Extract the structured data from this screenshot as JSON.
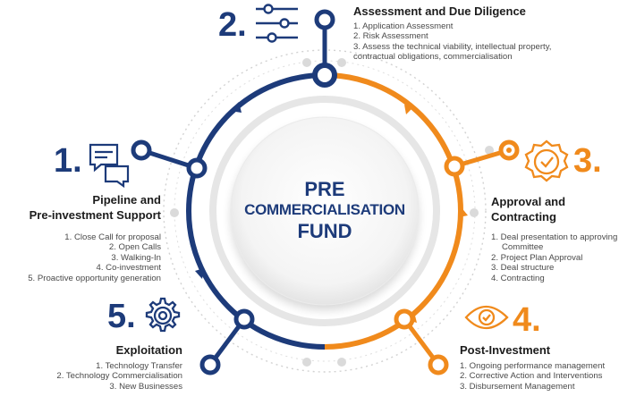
{
  "center": {
    "line1": "PRE",
    "line2": "COMMERCIALISATION",
    "line3": "FUND"
  },
  "colors": {
    "navy": "#1d3b7a",
    "orange": "#f08a1c",
    "gray": "#d6d6d6"
  },
  "steps": [
    {
      "number": "1.",
      "icon": "chat-bubbles-icon",
      "title_line1": "Pipeline and",
      "title_line2": "Pre-investment Support",
      "items": [
        "1. Close Call for proposal",
        "2. Open Calls",
        "3. Walking-In",
        "4. Co-investment",
        "5. Proactive opportunity generation"
      ]
    },
    {
      "number": "2.",
      "icon": "sliders-icon",
      "title": "Assessment and Due Diligence",
      "items": [
        "1. Application Assessment",
        "2. Risk Assessment",
        "3. Assess the technical viability, intellectual property,",
        "contractual obligations, commercialisation"
      ]
    },
    {
      "number": "3.",
      "icon": "check-badge-icon",
      "title_line1": "Approval and",
      "title_line2": "Contracting",
      "items": [
        "1. Deal presentation to approving",
        "Committee",
        "2. Project Plan Approval",
        "3. Deal structure",
        "4. Contracting"
      ]
    },
    {
      "number": "4.",
      "icon": "eye-check-icon",
      "title": "Post-Investment",
      "items": [
        "1. Ongoing performance management",
        "2. Corrective Action and Interventions",
        "3. Disbursement Management"
      ]
    },
    {
      "number": "5.",
      "icon": "gear-icon",
      "title": "Exploitation",
      "items": [
        "1. Technology Transfer",
        "2. Technology Commercialisation",
        "3. New Businesses"
      ]
    }
  ]
}
